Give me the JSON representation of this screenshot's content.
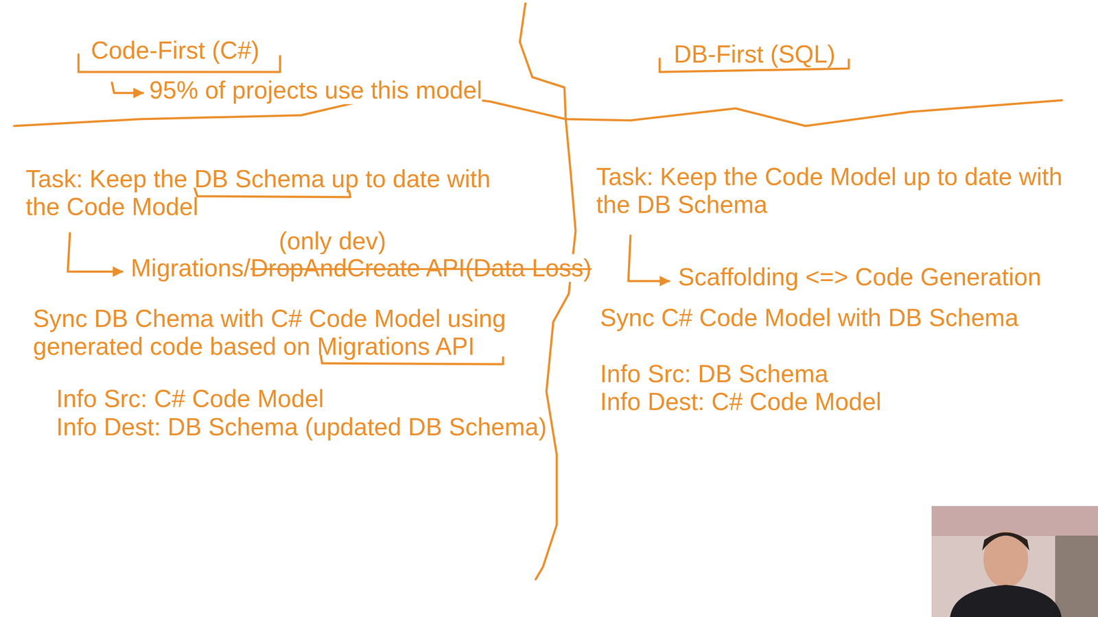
{
  "diagram": {
    "labels": [
      "Code-First (C#)",
      "DB-First (SQL)",
      "95% of projects use this model",
      "Task: Keep the DB Schema up to date with the Code Model",
      "(only dev)",
      "Migrations/",
      "DropAndCreate API(Data Loss)",
      "Sync DB Chema with C# Code Model using generated code based on Migrations API",
      "Info Src: C# Code Model",
      "Info Dest: DB Schema (updated DB Schema)",
      "Task: Keep the Code Model up to date with the DB Schema",
      "Scaffolding <=> Code Generation",
      "Sync C# Code Model with DB Schema",
      "Info Src: DB Schema",
      "Info Dest: C# Code Model"
    ]
  }
}
